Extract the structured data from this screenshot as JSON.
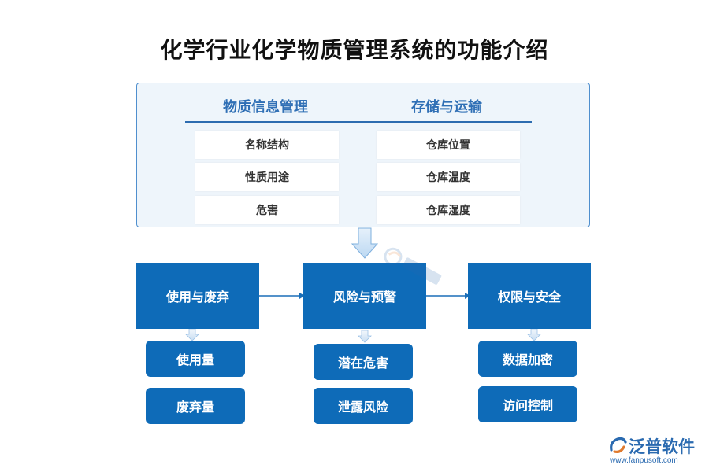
{
  "title": "化学行业化学物质管理系统的功能介绍",
  "panel": {
    "left_heading": "物质信息管理",
    "right_heading": "存储与运输",
    "left_items": [
      "名称结构",
      "性质用途",
      "危害"
    ],
    "right_items": [
      "仓库位置",
      "仓库温度",
      "仓库湿度"
    ]
  },
  "boxes": {
    "usage": {
      "label": "使用与废弃",
      "subs": [
        "使用量",
        "废弃量"
      ]
    },
    "risk": {
      "label": "风险与预警",
      "subs": [
        "潜在危害",
        "泄露风险"
      ]
    },
    "security": {
      "label": "权限与安全",
      "subs": [
        "数据加密",
        "访问控制"
      ]
    }
  },
  "logo": {
    "name": "泛普软件",
    "url": "www.fanpusoft.com"
  },
  "colors": {
    "box_blue": "#0e6bb8",
    "panel_border": "#4f8fce",
    "panel_bg": "#eef5fb",
    "heading_blue": "#2f6fb5"
  }
}
